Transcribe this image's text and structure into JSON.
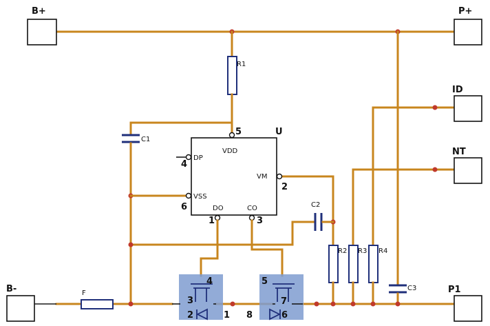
{
  "terminals": {
    "b_plus": "B+",
    "p_plus": "P+",
    "id": "ID",
    "nt": "NT",
    "b_minus": "B-",
    "p1": "P1"
  },
  "components": {
    "r1": "R1",
    "r2": "R2",
    "r3": "R3",
    "r4": "R4",
    "c1": "C1",
    "c2": "C2",
    "c3": "C3",
    "fuse": "F"
  },
  "ic": {
    "ref": "U",
    "vdd": "VDD",
    "vm": "VM",
    "dp": "DP",
    "vss": "VSS",
    "do": "DO",
    "co": "CO",
    "pin5": "5",
    "pin2": "2",
    "pin4": "4",
    "pin6": "6",
    "pin1": "1",
    "pin3": "3"
  },
  "mosfet_left": {
    "pin4": "4",
    "pin3": "3",
    "pin2": "2",
    "pin1": "1"
  },
  "mosfet_right": {
    "pin5": "5",
    "pin7": "7",
    "pin6": "6"
  },
  "junction_label": "8",
  "colors": {
    "wire": "#c8861e",
    "component": "#1f2f7a",
    "node": "#c0392b",
    "mosfet_highlight": "#7f9cd0"
  }
}
